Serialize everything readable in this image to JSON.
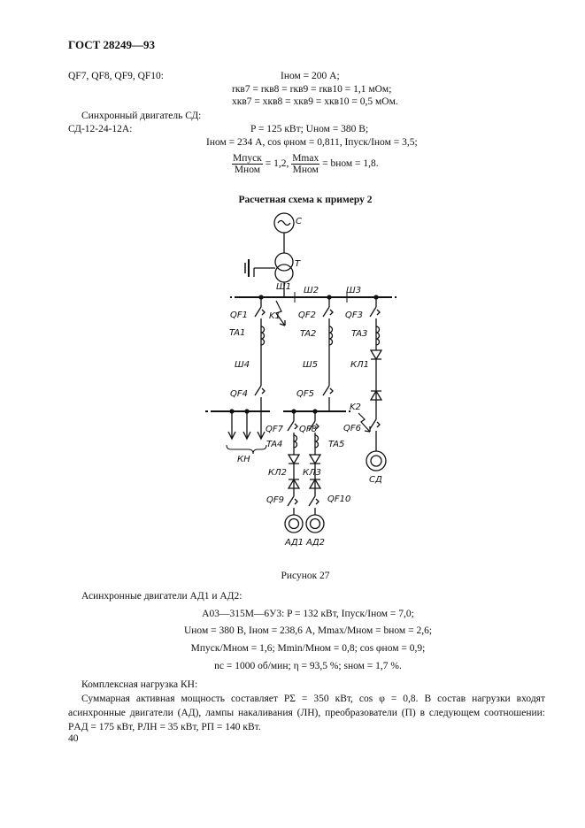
{
  "header": "ГОСТ 28249—93",
  "params": {
    "qf_label": "QF7, QF8, QF9, QF10:",
    "inom_200": "Iном = 200 А;",
    "rkv": "rкв7 = rкв8 = rкв9 = rкв10 = 1,1 мОм;",
    "xkv": "xкв7 = xкв8 = xкв9 = xкв10 = 0,5 мОм.",
    "sd_title": "Синхронный двигатель СД:",
    "sd_model": "СД-12-24-12А:",
    "sd_line1": "P = 125 кВт; Uном = 380 В;",
    "sd_line2": "Iном = 234 А, cos φном = 0,811, Iпуск/Iном = 3,5;",
    "sd_frac1_num": "Mпуск",
    "sd_frac1_den": "Mном",
    "sd_frac1_val": "= 1,2,",
    "sd_frac2_num": "Mmax",
    "sd_frac2_den": "Mном",
    "sd_frac2_val": "= bном = 1,8."
  },
  "diagram": {
    "caption": "Расчетная схема к примеру 2",
    "labels": {
      "C": "C",
      "T": "T",
      "SH1": "Ш1",
      "SH2": "Ш2",
      "SH3": "Ш3",
      "QF1": "QF1",
      "QF2": "QF2",
      "QF3": "QF3",
      "K1": "K1",
      "TA1": "TA1",
      "TA2": "TA2",
      "TA3": "TA3",
      "SH4": "Ш4",
      "SH5": "Ш5",
      "KL1": "КЛ1",
      "QF4": "QF4",
      "QF5": "QF5",
      "K2": "K2",
      "QF7": "QF7",
      "QF8": "QF8",
      "QF6": "QF6",
      "TA4": "TA4",
      "TA5": "TA5",
      "KN": "КН",
      "SD": "СД",
      "KL2": "КЛ2",
      "KL3": "КЛ3",
      "QF9": "QF9",
      "QF10": "QF10",
      "AD1": "АД1",
      "AD2": "АД2"
    },
    "figure_label": "Рисунок 27"
  },
  "motors": {
    "title": "Асинхронные двигатели АД1 и АД2:",
    "line1": "А03—315М—6У3: P = 132 кВт, Iпуск/Iном = 7,0;",
    "line2": "Uном = 380 В, Iном = 238,6 А, Mmax/Mном = bном = 2,6;",
    "line3": "Mпуск/Mном = 1,6; Mmin/Mном = 0,8; cos φном = 0,9;",
    "line4": "nс = 1000 об/мин; η = 93,5 %; sном = 1,7 %."
  },
  "load": {
    "title": "Комплексная нагрузка КН:",
    "text": "Суммарная активная мощность составляет PΣ = 350 кВт, cos φ = 0,8. В состав нагрузки входят асинхронные двигатели (АД), лампы накаливания (ЛН), преобразователи (П) в следующем соотношении: PАД = 175 кВт, PЛН = 35 кВт, PП = 140 кВт."
  },
  "page_number": "40"
}
